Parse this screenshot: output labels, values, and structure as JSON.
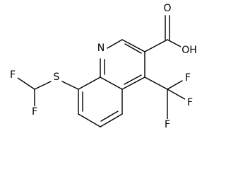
{
  "molecule": {
    "atoms": {
      "n1": "N",
      "oh": "OH",
      "o_carbonyl": "O",
      "s": "S",
      "f_top": "F",
      "f_bottom": "F",
      "f_cf3_right1": "F",
      "f_cf3_right2": "F",
      "f_cf3_bottom": "F"
    },
    "colors": {
      "bond": "#000000",
      "label": "#000000",
      "background": "#ffffff"
    }
  }
}
